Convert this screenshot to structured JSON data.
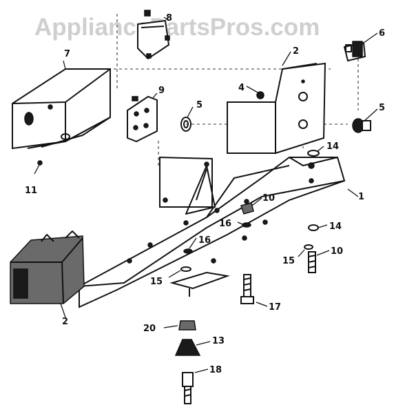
{
  "watermark": "AppliancePartsPros.com",
  "callouts": {
    "c1": "1",
    "c2_upper": "2",
    "c2_lower": "2",
    "c4": "4",
    "c5_left": "5",
    "c5_right": "5",
    "c6": "6",
    "c7": "7",
    "c8": "8",
    "c9": "9",
    "c10_upper": "10",
    "c10_lower": "10",
    "c11": "11",
    "c13": "13",
    "c14_upper": "14",
    "c14_lower": "14",
    "c15_left": "15",
    "c15_right": "15",
    "c16_upper": "16",
    "c16_lower": "16",
    "c17": "17",
    "c18": "18",
    "c20": "20"
  }
}
